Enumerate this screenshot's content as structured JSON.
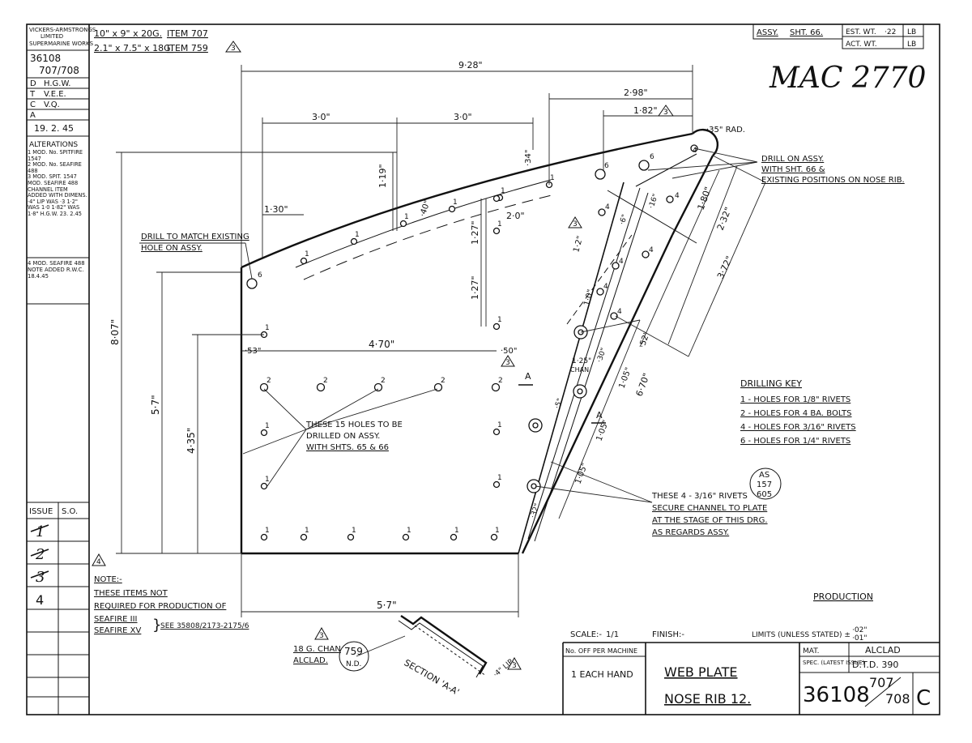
{
  "maker": {
    "line1": "VICKERS-ARMSTRONGS",
    "line2": "LIMITED",
    "line3": "SUPERMARINE WORKS"
  },
  "sidebar": {
    "drawing_no": "36108",
    "drawing_sub": "707/708",
    "signoffs": [
      {
        "key": "D",
        "value": "H.G.W."
      },
      {
        "key": "T",
        "value": "V.E.E."
      },
      {
        "key": "C",
        "value": "V.Q."
      },
      {
        "key": "A",
        "value": ""
      }
    ],
    "date": "19. 2. 45",
    "alterations_title": "ALTERATIONS",
    "alterations": [
      "1 MOD. No. SPITFIRE 1547",
      "2 MOD. No. SEAFIRE 488",
      "3 MOD. SPIT. 1547 MOD. SEAFIRE 488 CHANNEL ITEM ADDED WITH DIMENS. ·4\" LIP WAS ·3 1·2\" WAS 1·0 1·82\" WAS 1·8\" H.G.W. 23. 2.45",
      "4 MOD. SEAFIRE 488 NOTE ADDED R.W.C. 18.4.45"
    ],
    "issue_header": [
      "ISSUE",
      "S.O."
    ],
    "issues": [
      "1",
      "2",
      "3",
      "4"
    ]
  },
  "materials": {
    "line1": "10\" x 9\" x 20G.",
    "item1": "ITEM 707",
    "line2": "2.1\" x 7.5\" x 18G.",
    "item2": "ITEM 759"
  },
  "top_right": {
    "assy_label": "ASSY.",
    "assy_value": "SHT. 66.",
    "est_wt_label": "EST. WT.",
    "est_wt_value": "·22",
    "act_wt_label": "ACT. WT.",
    "unit": "LB",
    "mac_number": "MAC 2770"
  },
  "dimensions": {
    "overall_width": "9·28\"",
    "d_3_0_a": "3·0\"",
    "d_3_0_b": "3·0\"",
    "d_2_98": "2·98\"",
    "d_1_82": "1·82\"",
    "d_1_30": "1·30\"",
    "d_1_19": "1·19\"",
    "d_34": "·34\"",
    "d_40": "·40\"",
    "d_2_0": "2·0\"",
    "d_1_27_a": "1·27\"",
    "d_1_27_b": "1·27\"",
    "d_8_07": "8·07\"",
    "d_5_7_v": "5·7\"",
    "d_4_35": "4·35\"",
    "d_4_70": "4·70\"",
    "d_53": "·53\"",
    "d_50": "·50\"",
    "d_5_7_h": "5·7\"",
    "d_35_rad": "·35\" RAD.",
    "d_1_80": "1·80\"",
    "d_2_32": "2·32\"",
    "d_3_72": "3·72\"",
    "d_1_2": "1·2\"",
    "d_1_0": "1·0\"",
    "d_6_70": "6·70\"",
    "d_52": "·52\"",
    "d_1_05_a": "1·05\"",
    "d_1_05_b": "1·05\"",
    "d_1_05_c": "1·05\"",
    "d_1_25": "1·25\"",
    "chan": "CHAN",
    "d_30": "·30\"",
    "d_5": "·5\"",
    "d_6": "·6\"",
    "d_16": "·16\"",
    "d_32": "·32\"",
    "d_4_lip": "·4\" LIP."
  },
  "notes": {
    "drill_match_1": "DRILL TO MATCH EXISTING",
    "drill_match_2": "HOLE ON ASSY.",
    "drill_assy_1": "DRILL ON ASSY.",
    "drill_assy_2": "WITH SHT. 66 &",
    "drill_assy_3": "EXISTING POSITIONS ON NOSE RIB.",
    "fifteen_1": "THESE 15 HOLES TO BE",
    "fifteen_2": "DRILLED ON ASSY.",
    "fifteen_3": "WITH SHTS. 65 & 66",
    "rivets_1": "THESE 4 - 3/16\" RIVETS",
    "rivets_2": "SECURE CHANNEL TO PLATE",
    "rivets_3": "AT THE STAGE OF THIS DRG.",
    "rivets_4": "AS REGARDS ASSY.",
    "as_1": "AS",
    "as_2": "157",
    "as_3": "605",
    "note_title": "NOTE:-",
    "note_1": "THESE ITEMS NOT",
    "note_2": "REQUIRED FOR PRODUCTION OF",
    "note_3": "SEAFIRE III",
    "note_4": "SEAFIRE XV",
    "note_ref": "SEE 35808/2173-2175/6",
    "chan_1": "18 G. CHAN",
    "chan_2": "ALCLAD.",
    "bubble_1": "759",
    "bubble_2": "N.D.",
    "section": "SECTION 'A-A'",
    "section_mark": "A"
  },
  "drilling_key": {
    "title": "DRILLING KEY",
    "items": [
      "1 - HOLES FOR 1/8\" RIVETS",
      "2 - HOLES FOR 4 BA. BOLTS",
      "4 - HOLES FOR 3/16\" RIVETS",
      "6 - HOLES FOR 1/4\" RIVETS"
    ]
  },
  "hole_numbers": {
    "one": "1",
    "two": "2",
    "four": "4",
    "six": "6"
  },
  "revision_marks": {
    "three": "3",
    "four": "4"
  },
  "title_block": {
    "production": "PRODUCTION",
    "scale_label": "SCALE:-",
    "scale_value": "1/1",
    "finish_label": "FINISH:-",
    "limits_label": "LIMITS (UNLESS STATED) ±",
    "limits_plus": "·02\"",
    "limits_minus": "·01\"",
    "no_off_label": "No. OFF PER MACHINE",
    "no_off_value": "1 EACH HAND",
    "title_1": "WEB PLATE",
    "title_2": "NOSE RIB 12.",
    "mat_label": "MAT.",
    "mat_value": "ALCLAD",
    "spec_label": "SPEC. (LATEST ISSUE)",
    "spec_value": "D.T.D. 390",
    "drawing_no": "36108",
    "drawing_sub_top": "707",
    "drawing_sub_bottom": "708",
    "rev": "C"
  }
}
